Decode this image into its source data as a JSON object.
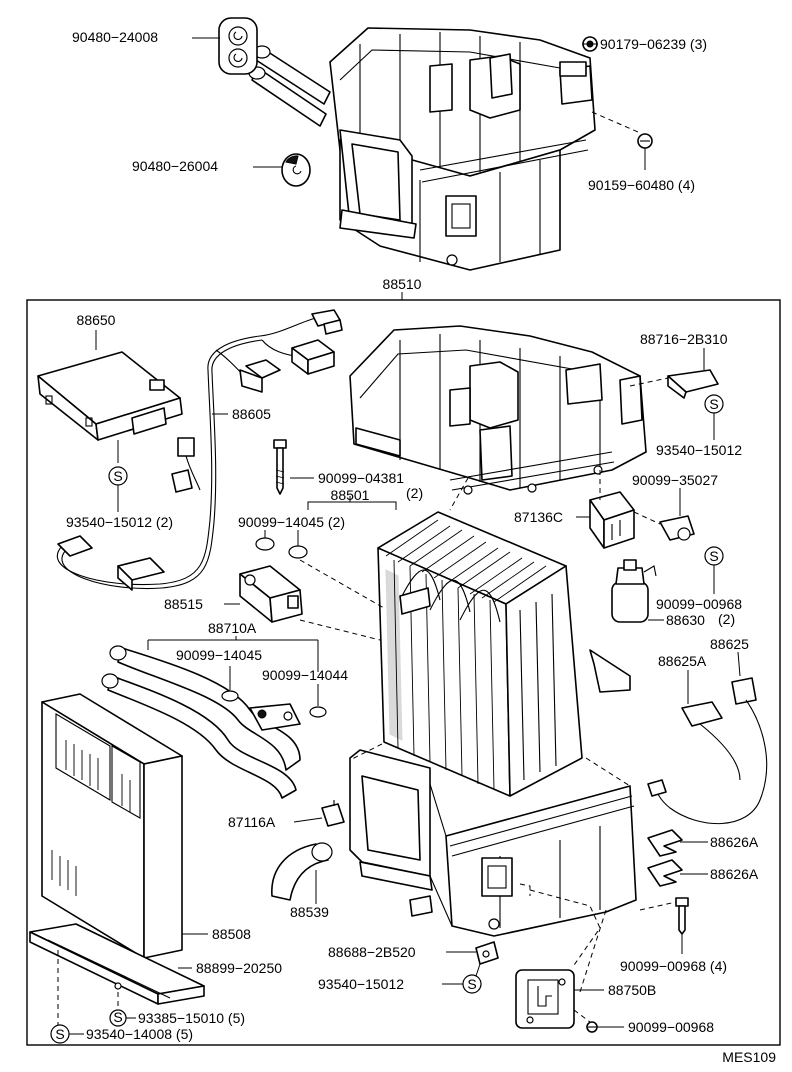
{
  "assembly_number": "88510",
  "drawing_code": "MES109",
  "part_labels": {
    "p90480_24008": "90480−24008",
    "p90179_06239": "90179−06239 (3)",
    "p90480_26004": "90480−26004",
    "p90159_60480": "90159−60480 (4)",
    "p88650": "88650",
    "p88716_2b310": "88716−2B310",
    "p88605": "88605",
    "p93540_15012_r": "93540−15012",
    "p90099_04381": "90099−04381",
    "p90099_04381_qty": "(2)",
    "p88501": "88501",
    "p90099_35027": "90099−35027",
    "p93540_15012_l": "93540−15012 (2)",
    "p90099_14045_2": "90099−14045 (2)",
    "p87136c": "87136C",
    "p90099_00968": "90099−00968",
    "p90099_00968_qty": "(2)",
    "p88515": "88515",
    "p88630": "88630",
    "p88710a": "88710A",
    "p88625": "88625",
    "p90099_14045": "90099−14045",
    "p88625a": "88625A",
    "p90099_14044": "90099−14044",
    "p87116a": "87116A",
    "p88626a_1": "88626A",
    "p88626a_2": "88626A",
    "p88539": "88539",
    "p88508": "88508",
    "p90099_00968_4": "90099−00968 (4)",
    "p88688_2b520": "88688−2B520",
    "p88899_20250": "88899−20250",
    "p93540_15012_b": "93540−15012",
    "p88750b": "88750B",
    "p93385_15010": "93385−15010 (5)",
    "p90099_00968_b": "90099−00968",
    "p93540_14008": "93540−14008 (5)"
  },
  "screw_symbol": "S"
}
